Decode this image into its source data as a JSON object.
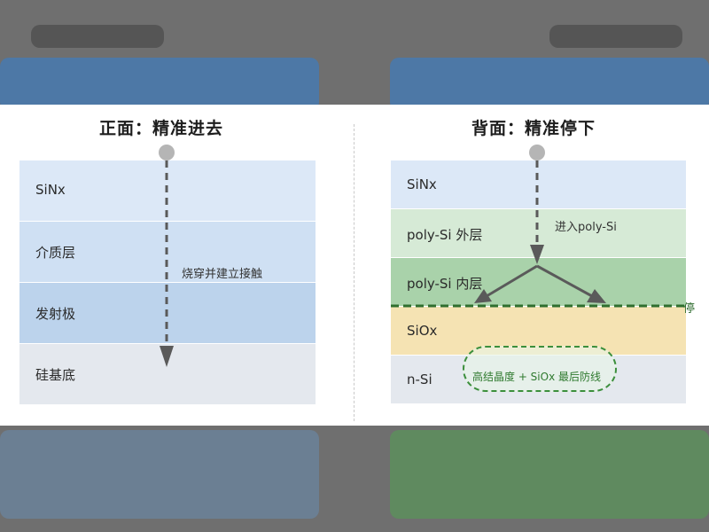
{
  "left": {
    "title": "正面：精准进去",
    "layers": [
      {
        "label": "SiNx",
        "color": "#dce8f7"
      },
      {
        "label": "介质层",
        "color": "#cfe0f3"
      },
      {
        "label": "发射极",
        "color": "#bcd3ec"
      },
      {
        "label": "硅基底",
        "color": "#e4e8ee"
      }
    ],
    "annotation": "烧穿并建立接触"
  },
  "right": {
    "title": "背面：精准停下",
    "layers": [
      {
        "label": "SiNx",
        "color": "#dce8f7"
      },
      {
        "label": "poly-Si 外层",
        "color": "#d6ead6"
      },
      {
        "label": "poly-Si 内层",
        "color": "#a9d2aa"
      },
      {
        "label": "SiOx",
        "color": "#f5e3b3"
      },
      {
        "label": "n-Si",
        "color": "#e4e8ee"
      }
    ],
    "annotation": "进入poly-Si",
    "stop_label": "停",
    "bubble_text": "高结晶度 + SiOx 最后防线"
  },
  "colors": {
    "arrow": "#5a5a5a",
    "stop_line": "#2f6f2f",
    "bubble_border": "#3c8f3c"
  }
}
